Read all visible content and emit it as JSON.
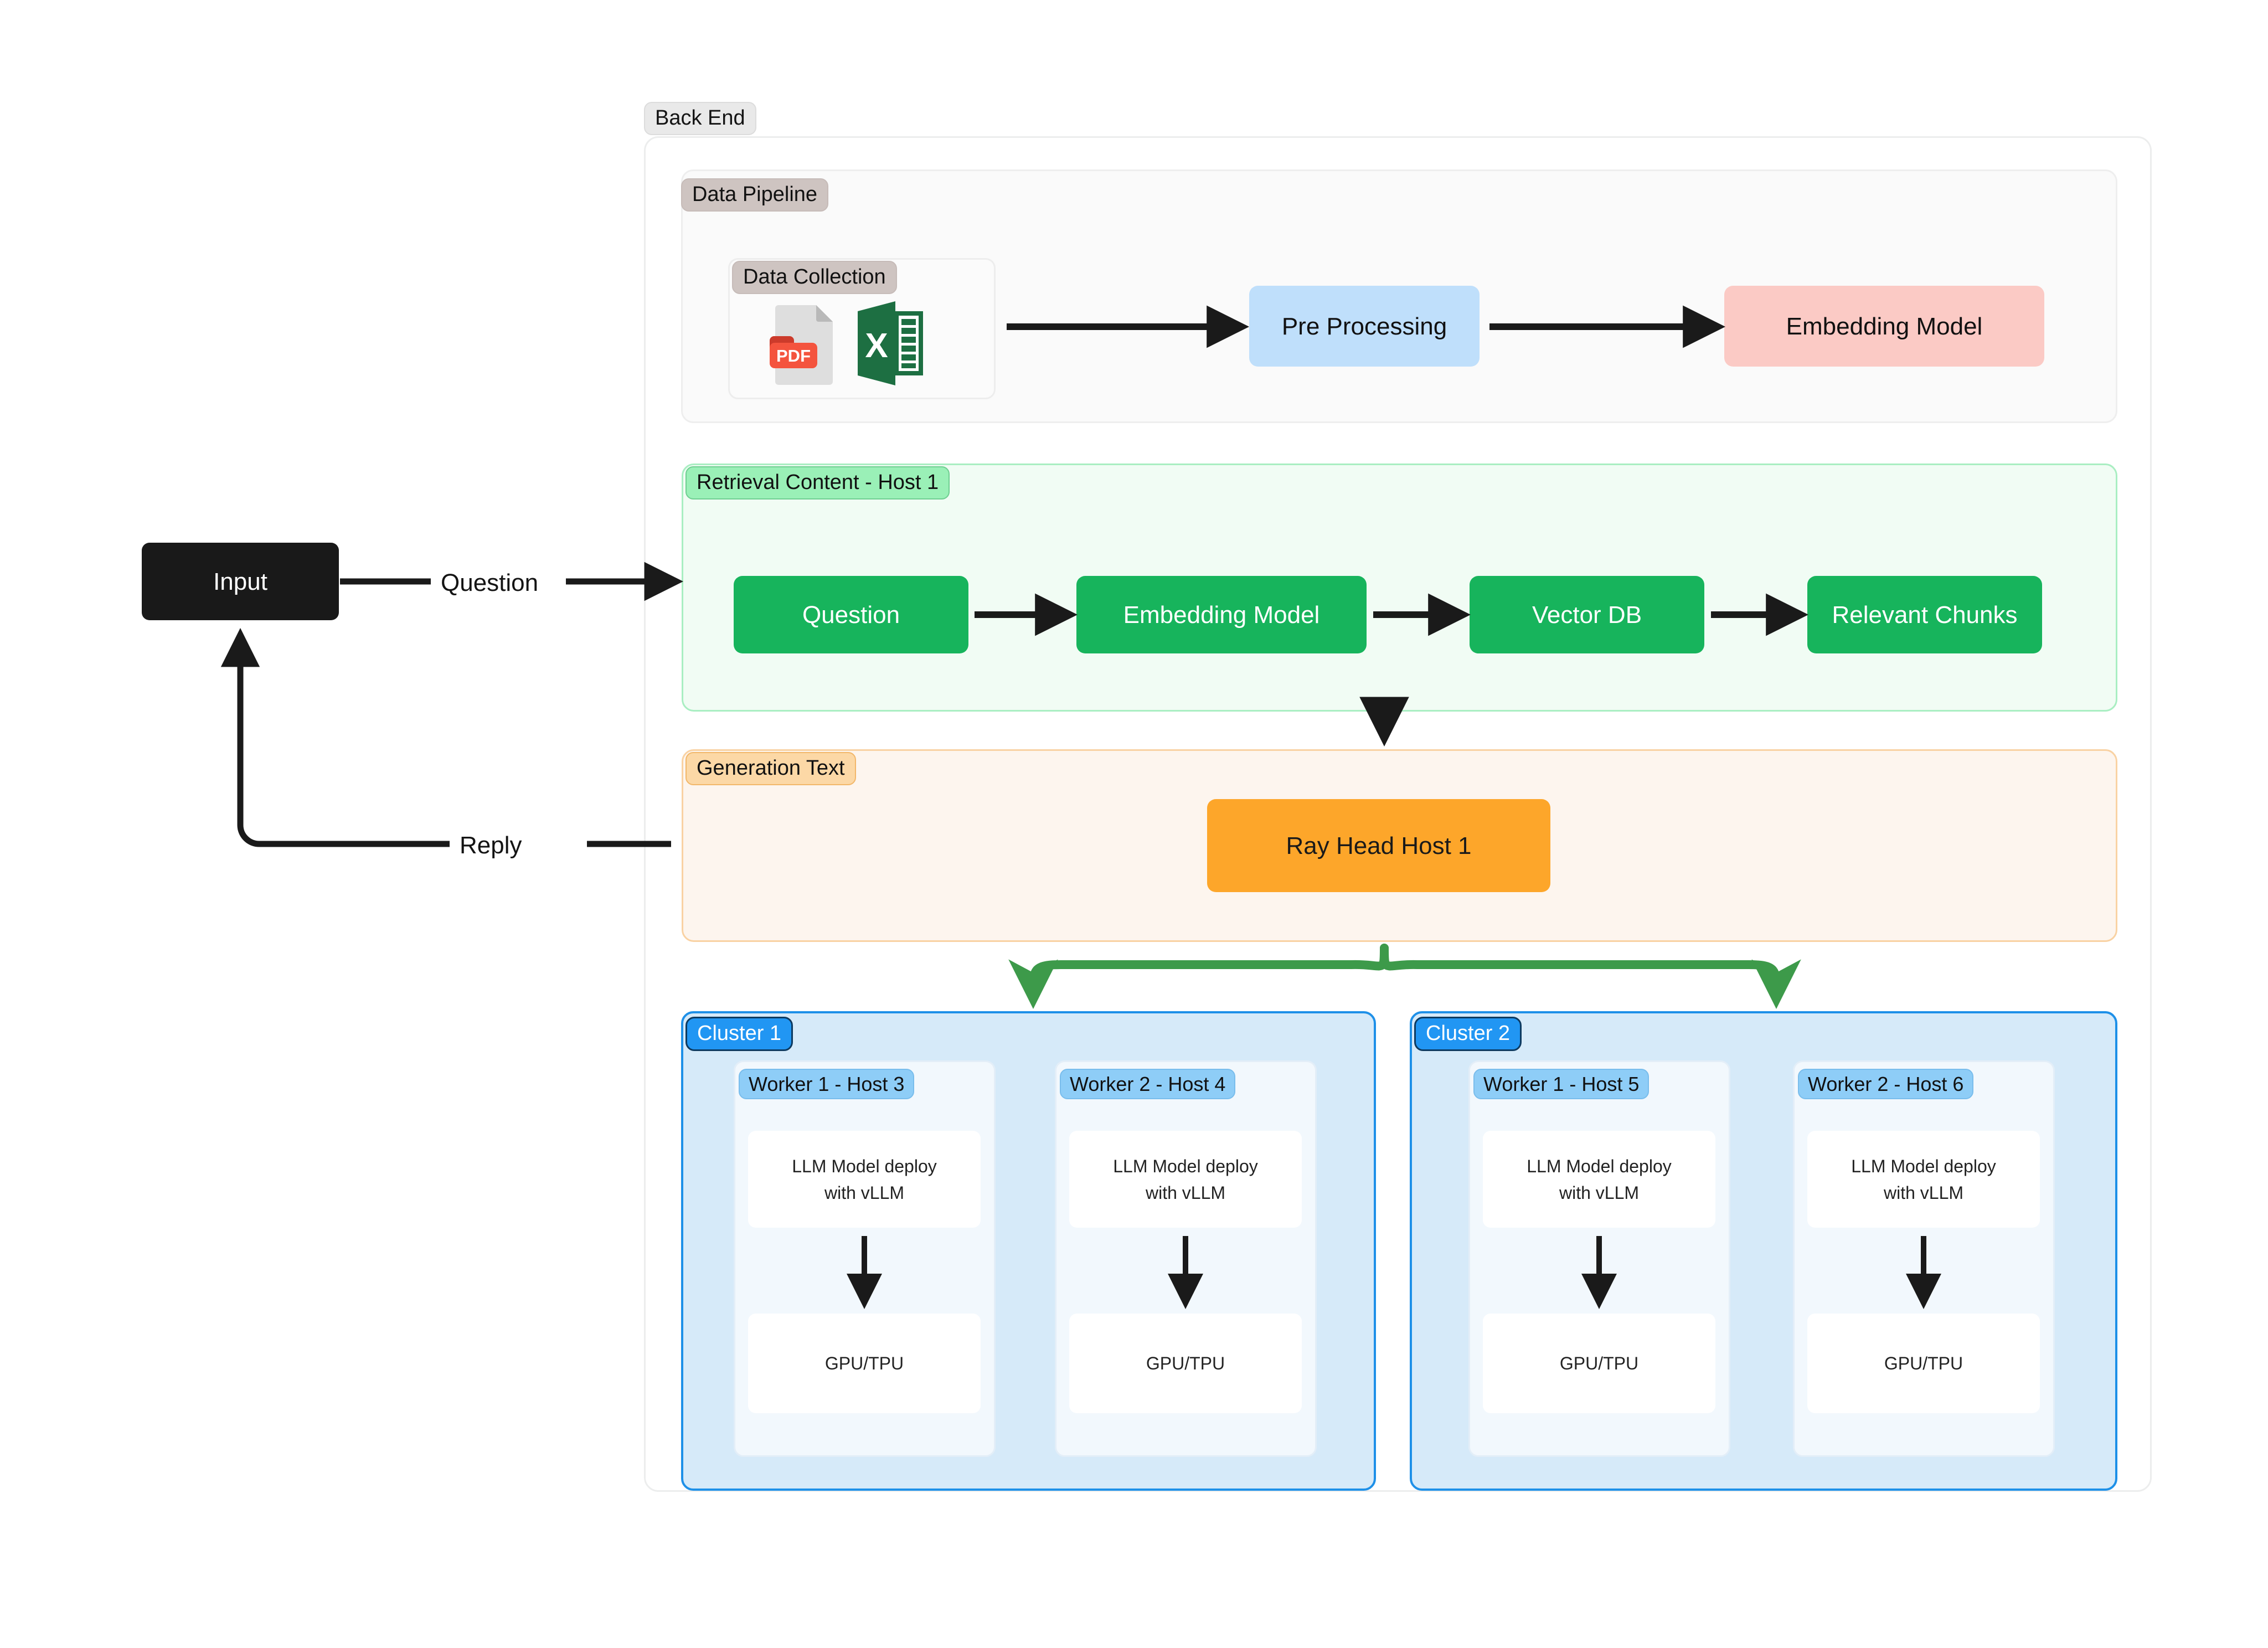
{
  "diagram": {
    "backend": {
      "label": "Back End"
    },
    "data_pipeline": {
      "label": "Data Pipeline",
      "data_collection": {
        "label": "Data Collection",
        "icons": [
          "pdf-file-icon",
          "excel-file-icon"
        ],
        "icon_labels": {
          "pdf": "PDF",
          "excel": "X"
        }
      },
      "nodes": [
        {
          "label": "Pre Processing",
          "color": "#bfdffb"
        },
        {
          "label": "Embedding Model",
          "color": "#fbcac5"
        }
      ]
    },
    "retrieval": {
      "label": "Retrieval Content - Host 1",
      "accent": "#17b45c",
      "nodes": [
        {
          "label": "Question"
        },
        {
          "label": "Embedding Model"
        },
        {
          "label": "Vector DB"
        },
        {
          "label": "Relevant Chunks"
        }
      ]
    },
    "generation": {
      "label": "Generation Text",
      "accent": "#fda62a",
      "node": {
        "label": "Ray Head Host 1"
      }
    },
    "clusters": [
      {
        "label": "Cluster 1",
        "workers": [
          {
            "label": "Worker 1 - Host 3",
            "model": "LLM Model deploy\nwith vLLM",
            "hardware": "GPU/TPU"
          },
          {
            "label": "Worker 2 - Host 4",
            "model": "LLM Model deploy\nwith vLLM",
            "hardware": "GPU/TPU"
          }
        ]
      },
      {
        "label": "Cluster 2",
        "workers": [
          {
            "label": "Worker 1 - Host 5",
            "model": "LLM Model deploy\nwith vLLM",
            "hardware": "GPU/TPU"
          },
          {
            "label": "Worker 2 - Host 6",
            "model": "LLM Model deploy\nwith vLLM",
            "hardware": "GPU/TPU"
          }
        ]
      }
    ],
    "input": {
      "label": "Input"
    },
    "edges": {
      "question": "Question",
      "reply": "Reply"
    },
    "colors": {
      "green": "#17b45c",
      "orange": "#fda62a",
      "blue_node": "#bfdffb",
      "pink_node": "#fbcac5",
      "cluster_border": "#1e90e8",
      "cluster_fill": "#d6eaf9",
      "branch_arrow": "#3d9a4a",
      "arrow_black": "#1a1a1a"
    }
  }
}
